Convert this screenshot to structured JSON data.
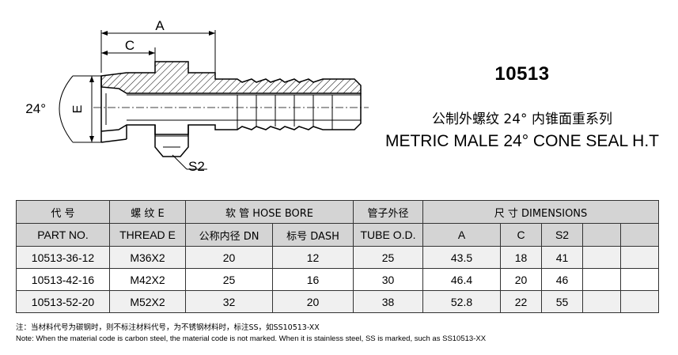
{
  "drawing": {
    "label_a": "A",
    "label_c": "C",
    "label_e": "E",
    "label_angle": "24°",
    "label_s2": "S2"
  },
  "title": {
    "part_number": "10513",
    "description_cn": "公制外螺纹 24° 内锥面重系列",
    "description_en": "METRIC MALE 24° CONE SEAL H.T"
  },
  "table": {
    "header_row1": {
      "part": "代 号",
      "thread": "螺 纹 E",
      "hose": "软 管 HOSE BORE",
      "tube": "管子外径",
      "dims": "尺 寸 DIMENSIONS"
    },
    "header_row2": {
      "part": "PART NO.",
      "thread": "THREAD  E",
      "dn": "公称内径 DN",
      "dash": "标号 DASH",
      "tube": "TUBE O.D.",
      "a": "A",
      "c": "C",
      "s2": "S2",
      "x1": "",
      "x2": ""
    },
    "rows": [
      {
        "part": "10513-36-12",
        "thread": "M36X2",
        "dn": "20",
        "dash": "12",
        "tube": "25",
        "a": "43.5",
        "c": "18",
        "s2": "41"
      },
      {
        "part": "10513-42-16",
        "thread": "M42X2",
        "dn": "25",
        "dash": "16",
        "tube": "30",
        "a": "46.4",
        "c": "20",
        "s2": "46"
      },
      {
        "part": "10513-52-20",
        "thread": "M52X2",
        "dn": "32",
        "dash": "20",
        "tube": "38",
        "a": "52.8",
        "c": "22",
        "s2": "55"
      }
    ]
  },
  "notes": {
    "cn": "注：当材料代号为碳钢时，则不标注材料代号，为不锈钢材料时，标注SS，如SS10513-XX",
    "en": "Note: When the material code is carbon steel, the material code is not marked. When it is stainless steel, SS is marked, such as SS10513-XX"
  }
}
